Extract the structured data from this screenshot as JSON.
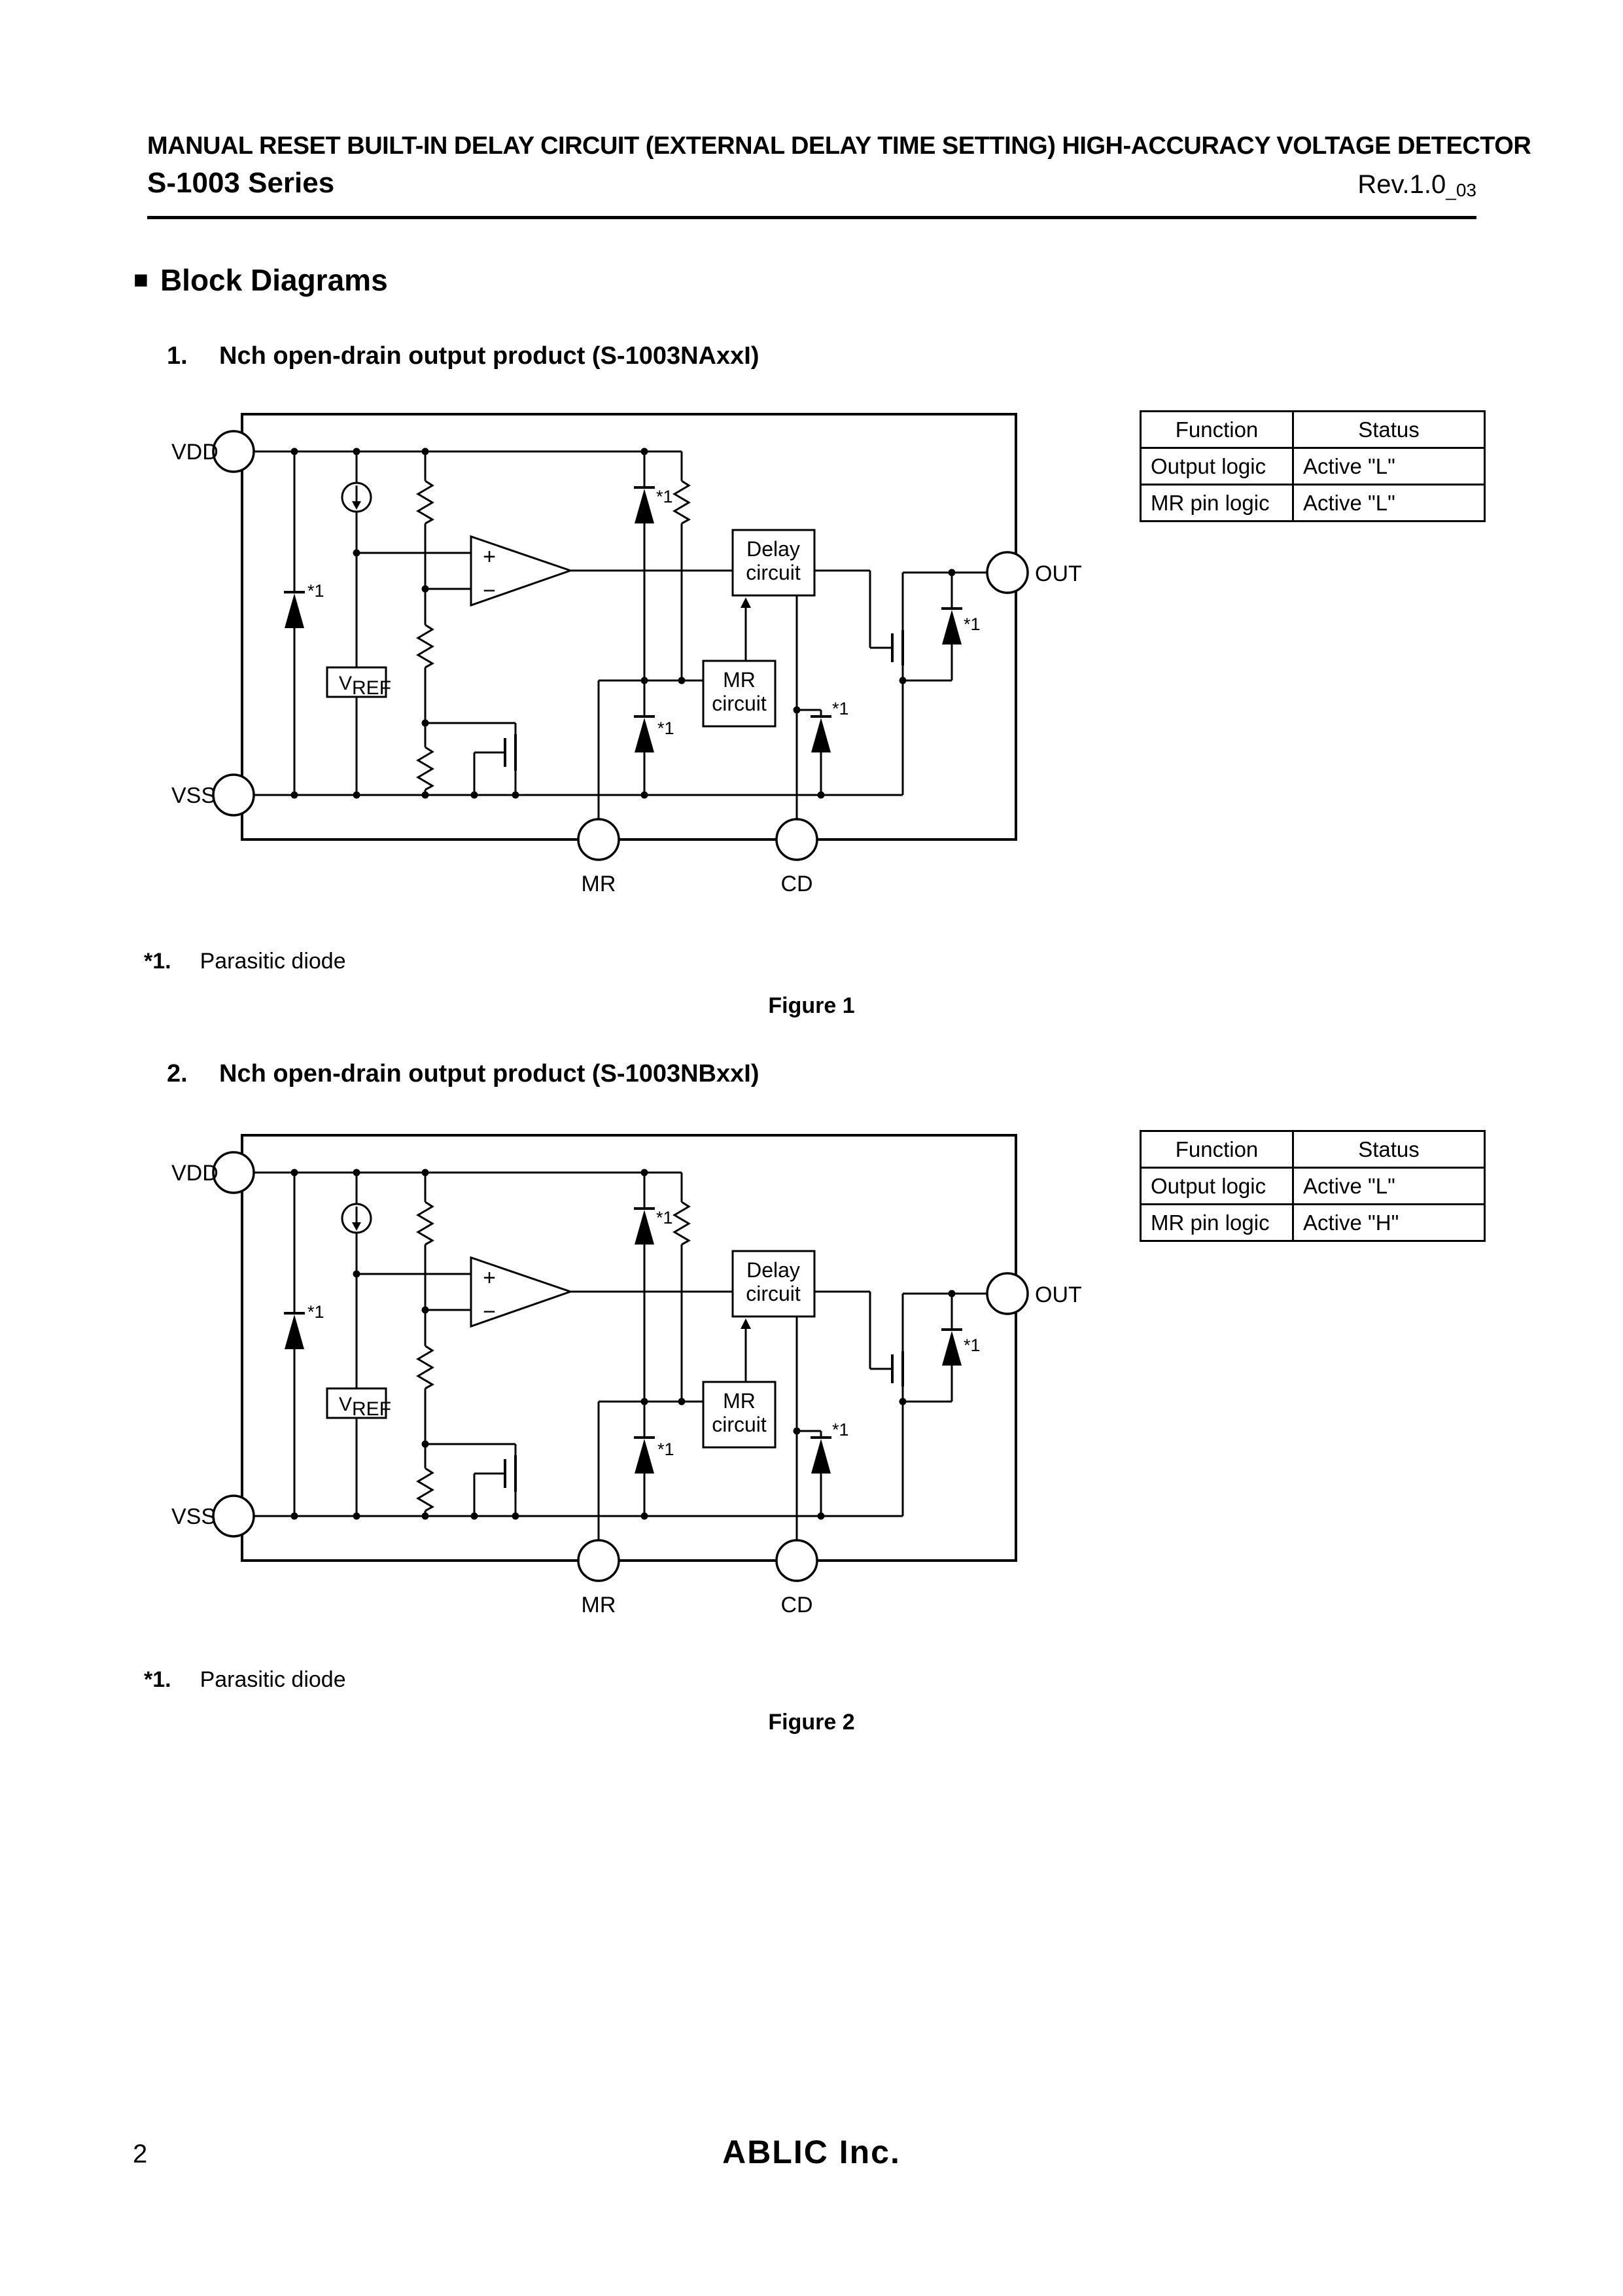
{
  "header": {
    "title": "MANUAL RESET BUILT-IN DELAY CIRCUIT (EXTERNAL DELAY TIME SETTING) HIGH-ACCURACY VOLTAGE DETECTOR",
    "series": "S-1003 Series",
    "rev": "Rev.1.0",
    "rev_suffix": "_03"
  },
  "section": {
    "bullet": "■",
    "title": "Block Diagrams"
  },
  "figure1": {
    "heading_no": "1.",
    "heading": "Nch open-drain output product (S-1003NAxxI)",
    "caption": "Figure 1",
    "table": {
      "headers": [
        "Function",
        "Status"
      ],
      "rows": [
        [
          "Output logic",
          "Active \"L\""
        ],
        [
          "MR pin logic",
          "Active \"L\""
        ]
      ]
    }
  },
  "figure2": {
    "heading_no": "2.",
    "heading": "Nch open-drain output product (S-1003NBxxI)",
    "caption": "Figure 2",
    "table": {
      "headers": [
        "Function",
        "Status"
      ],
      "rows": [
        [
          "Output logic",
          "Active \"L\""
        ],
        [
          "MR pin logic",
          "Active \"H\""
        ]
      ]
    }
  },
  "note": {
    "ref": "*1.",
    "text": "Parasitic diode"
  },
  "diagram": {
    "vdd": "VDD",
    "vss": "VSS",
    "out": "OUT",
    "mr": "MR",
    "cd": "CD",
    "delay_line1": "Delay",
    "delay_line2": "circuit",
    "mr_circuit_line1": "MR",
    "mr_circuit_line2": "circuit",
    "vref_main": "V",
    "vref_sub": "REF",
    "comparator_plus": "+",
    "comparator_minus": "−",
    "parasitic_ref": "*1"
  },
  "footer": {
    "page": "2",
    "company": "ABLIC Inc."
  }
}
